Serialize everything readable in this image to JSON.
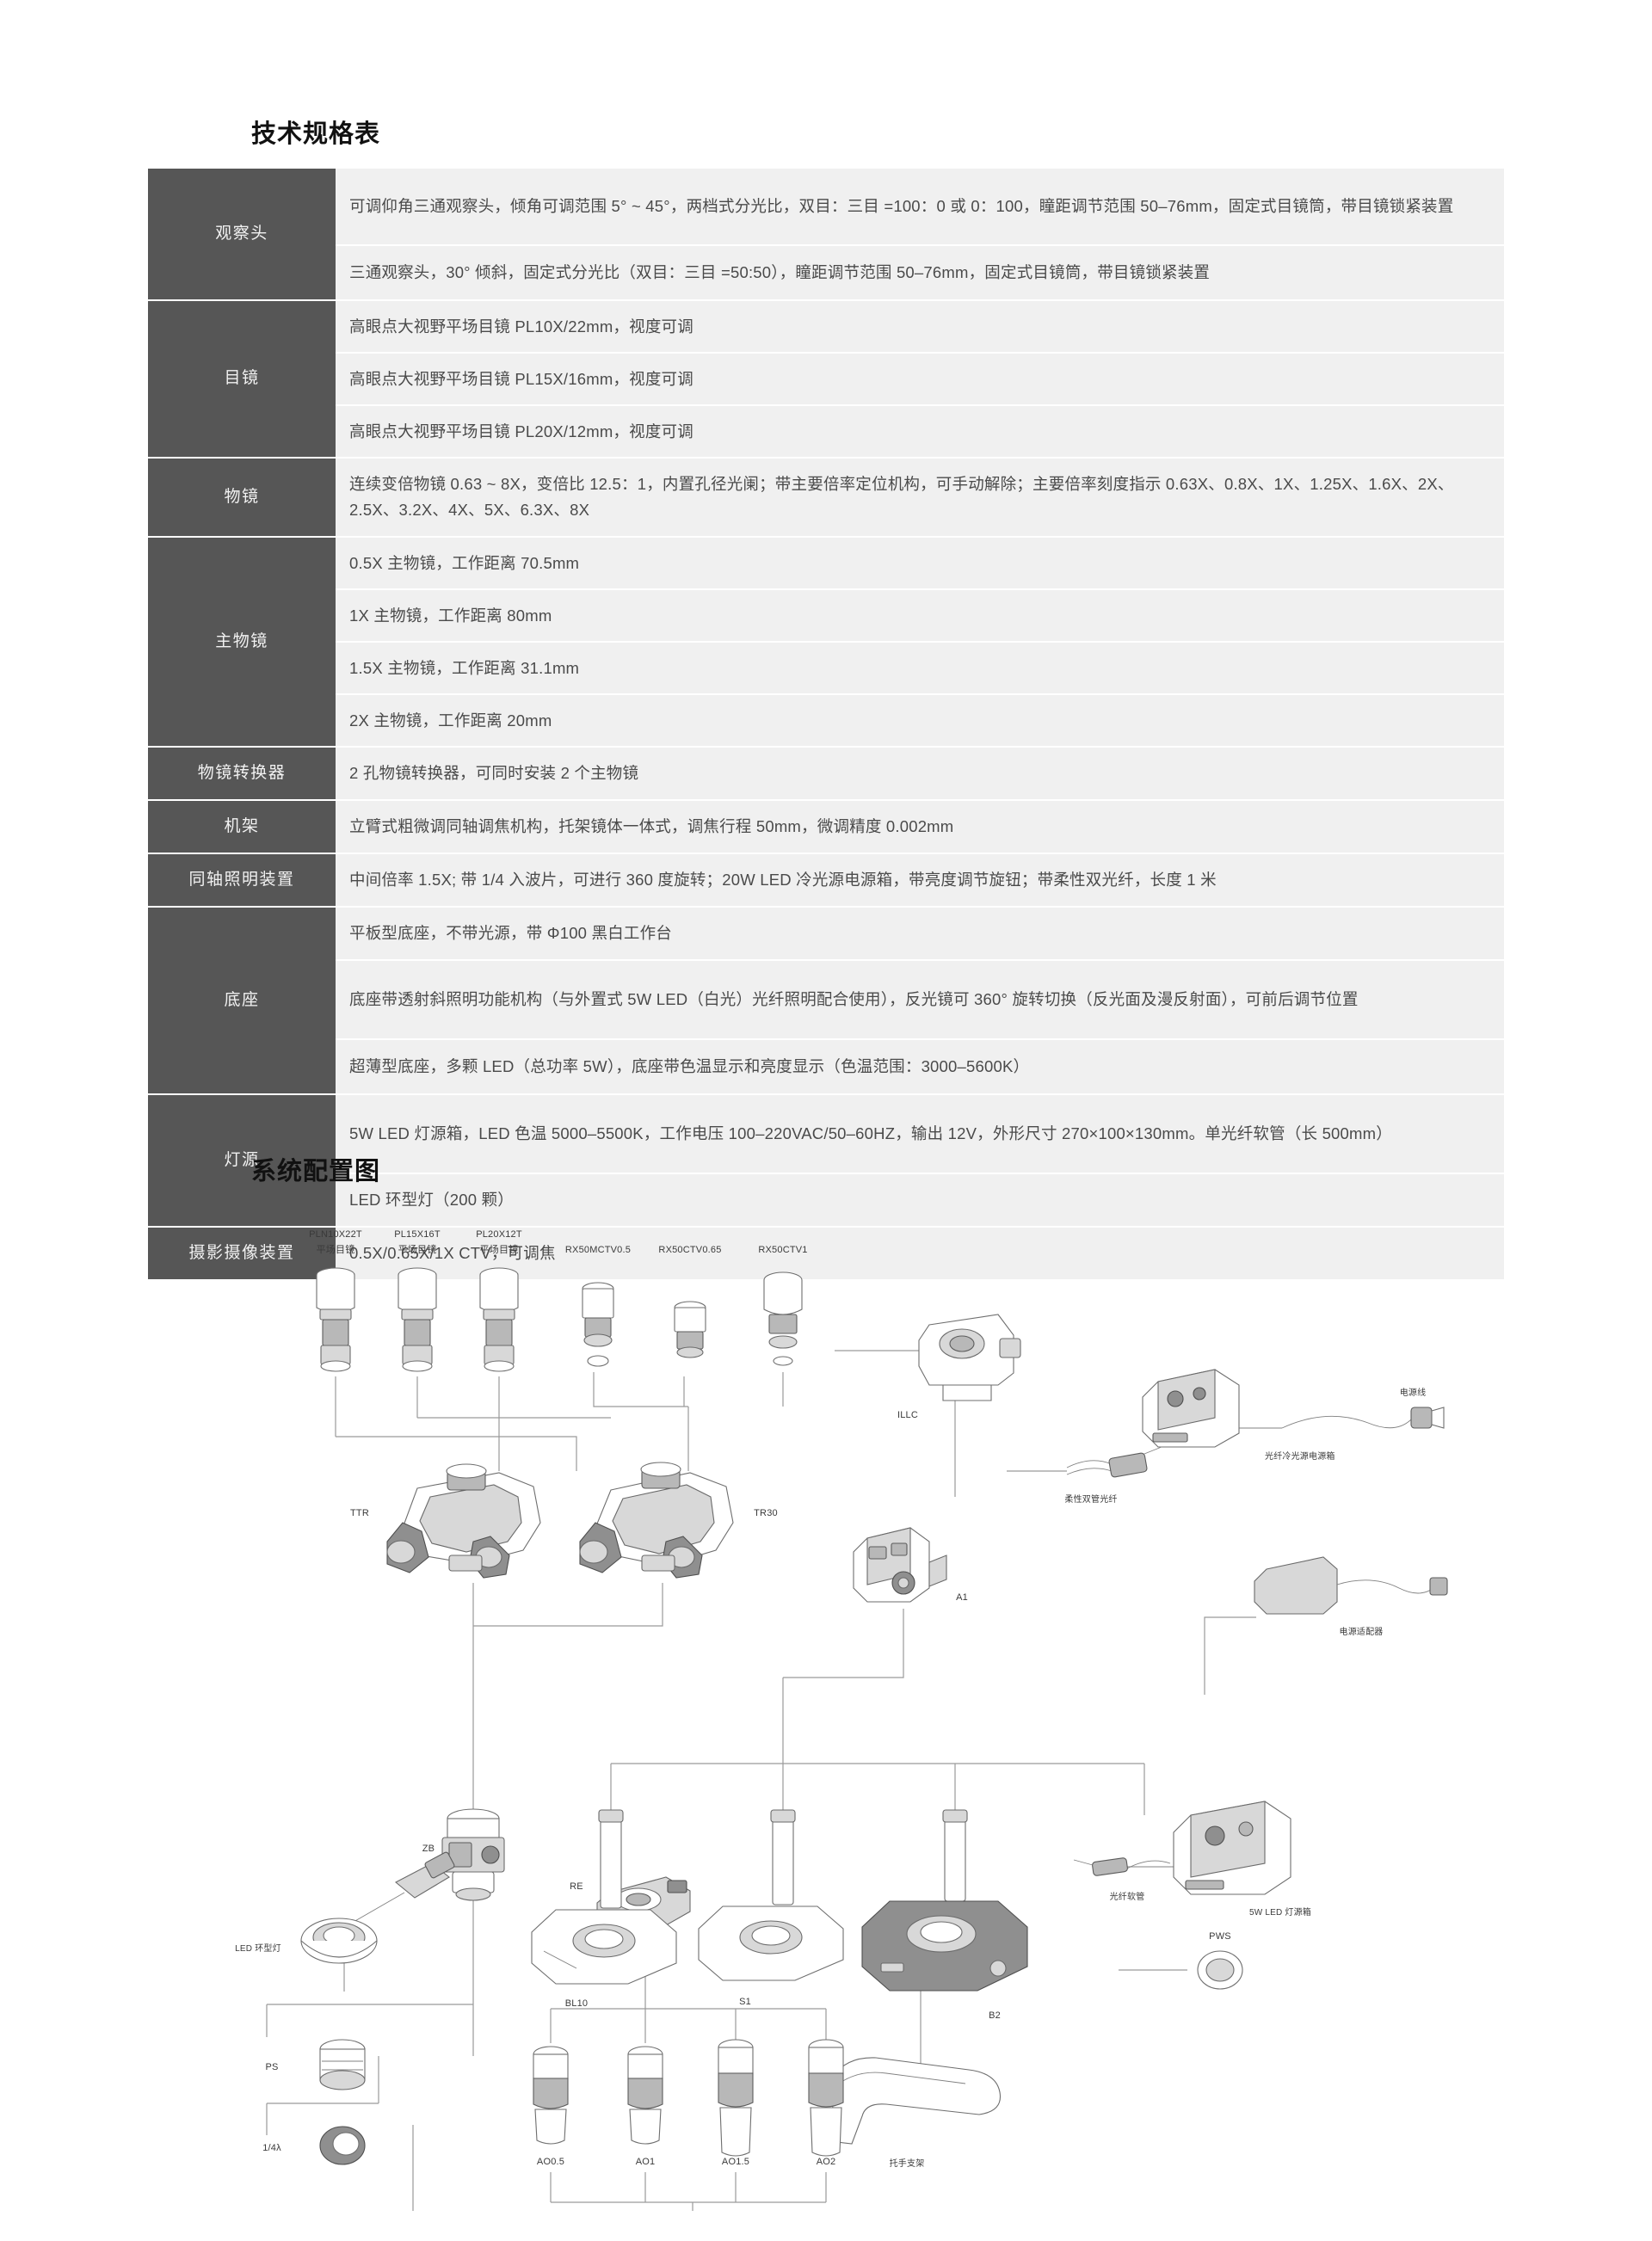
{
  "document": {
    "spec_section_title": "技术规格表",
    "diagram_section_title": "系统配置图"
  },
  "spec_table": {
    "rows": [
      {
        "label": "观察头",
        "values": [
          "可调仰角三通观察头，倾角可调范围 5° ~ 45°，两档式分光比，双目：三目 =100：0 或 0：100，瞳距调节范围 50–76mm，固定式目镜筒，带目镜锁紧装置",
          "三通观察头，30° 倾斜，固定式分光比（双目：三目 =50:50），瞳距调节范围 50–76mm，固定式目镜筒，带目镜锁紧装置"
        ]
      },
      {
        "label": "目镜",
        "values": [
          "高眼点大视野平场目镜 PL10X/22mm，视度可调",
          "高眼点大视野平场目镜 PL15X/16mm，视度可调",
          "高眼点大视野平场目镜 PL20X/12mm，视度可调"
        ]
      },
      {
        "label": "物镜",
        "values": [
          "连续变倍物镜 0.63 ~ 8X，变倍比 12.5：1，内置孔径光阑；带主要倍率定位机构，可手动解除；主要倍率刻度指示 0.63X、0.8X、1X、1.25X、1.6X、2X、2.5X、3.2X、4X、5X、6.3X、8X"
        ]
      },
      {
        "label": "主物镜",
        "values": [
          "0.5X 主物镜，工作距离 70.5mm",
          "1X 主物镜，工作距离 80mm",
          "1.5X 主物镜，工作距离 31.1mm",
          "2X 主物镜，工作距离 20mm"
        ]
      },
      {
        "label": "物镜转换器",
        "values": [
          "2 孔物镜转换器，可同时安装 2 个主物镜"
        ]
      },
      {
        "label": "机架",
        "values": [
          "立臂式粗微调同轴调焦机构，托架镜体一体式，调焦行程 50mm，微调精度 0.002mm"
        ]
      },
      {
        "label": "同轴照明装置",
        "values": [
          "中间倍率 1.5X; 带 1/4 入波片，可进行 360 度旋转；20W  LED 冷光源电源箱，带亮度调节旋钮；带柔性双光纤，长度 1 米"
        ]
      },
      {
        "label": "底座",
        "values": [
          "平板型底座，不带光源，带 Φ100 黑白工作台",
          "底座带透射斜照明功能机构（与外置式 5W LED（白光）光纤照明配合使用），反光镜可 360° 旋转切换（反光面及漫反射面），可前后调节位置",
          "超薄型底座，多颗 LED（总功率 5W），底座带色温显示和亮度显示（色温范围：3000–5600K）"
        ]
      },
      {
        "label": "灯源",
        "values": [
          "5W LED 灯源箱，LED 色温 5000–5500K，工作电压 100–220VAC/50–60HZ，输出 12V，外形尺寸 270×100×130mm。单光纤软管（长 500mm）",
          "LED 环型灯（200 颗）"
        ]
      },
      {
        "label": "摄影摄像装置",
        "values": [
          "0.5X/0.65X/1X CTV，可调焦"
        ]
      }
    ]
  },
  "diagram": {
    "labels": {
      "eyepiece_1_code": "PLN10X22T",
      "eyepiece_1_name": "平场目镜",
      "eyepiece_2_code": "PL15X16T",
      "eyepiece_2_name": "平场目镜",
      "eyepiece_3_code": "PL20X12T",
      "eyepiece_3_name": "平场目镜",
      "ctv_1": "RX50MCTV0.5",
      "ctv_2": "RX50CTV0.65",
      "ctv_3": "RX50CTV1",
      "illc": "ILLC",
      "ttr": "TTR",
      "tr30": "TR30",
      "a1": "A1",
      "zb": "ZB",
      "re": "RE",
      "bl10": "BL10",
      "s1": "S1",
      "b2": "B2",
      "pws": "PWS",
      "ps": "PS",
      "quarter_wave": "1/4λ",
      "ao05": "AO0.5",
      "ao1": "AO1",
      "ao15": "AO1.5",
      "ao2": "AO2",
      "led_ring_lamp": "LED 环型灯",
      "fiber_cold_light_box": "光纤冷光源电源箱",
      "power_cord": "电源线",
      "flexible_dual_fiber": "柔性双管光纤",
      "power_adapter": "电源适配器",
      "led_box_5w": "5W LED 灯源箱",
      "fiber_hose": "光纤软管",
      "hand_rest": "托手支架"
    }
  }
}
